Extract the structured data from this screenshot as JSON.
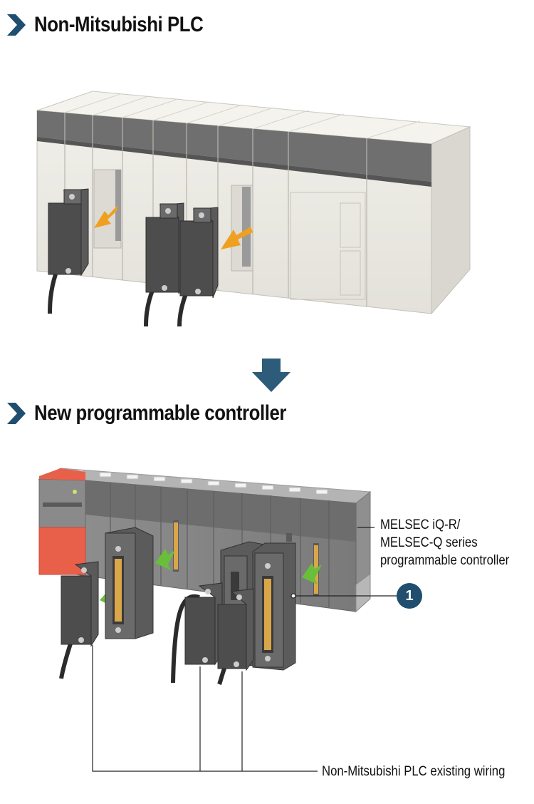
{
  "heading_top": "Non-Mitsubishi PLC",
  "heading_bottom": "New programmable controller",
  "labels": {
    "melsec_line1": "MELSEC iQ-R/",
    "melsec_line2": "MELSEC-Q series",
    "melsec_line3": "programmable controller",
    "wiring": "Non-Mitsubishi PLC existing wiring"
  },
  "callout_number": "1",
  "colors": {
    "heading_chevron": "#1f4e6e",
    "down_arrow": "#2d5b7a",
    "callout_badge": "#1f4e6e",
    "insert_arrow_top": "#f0a020",
    "insert_arrow_bottom": "#6abf3a",
    "cpu_red": "#e8604a"
  }
}
